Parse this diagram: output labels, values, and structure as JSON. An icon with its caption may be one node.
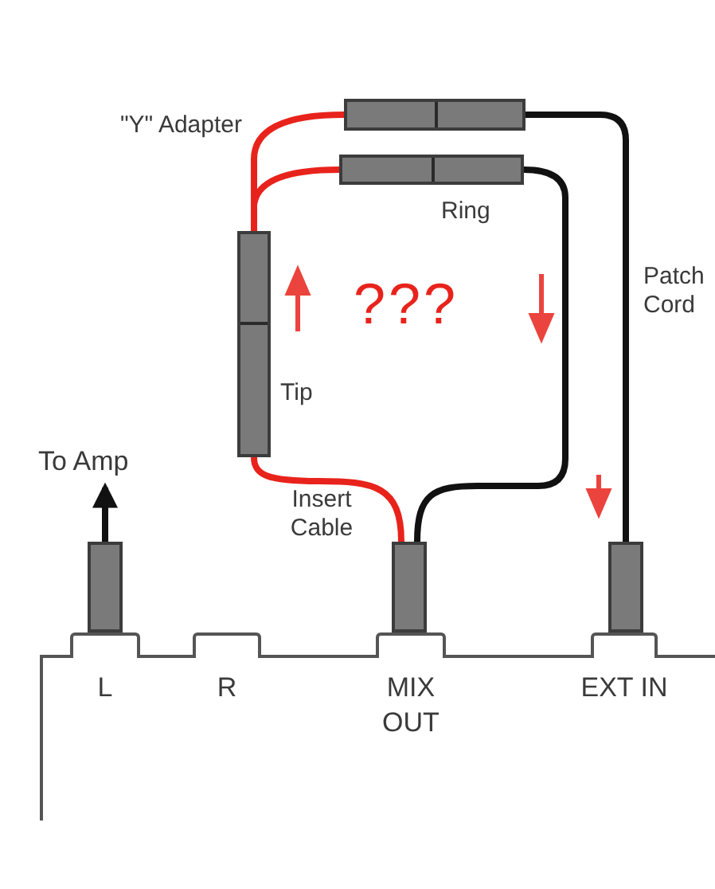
{
  "diagram": {
    "nodes": [
      {
        "text": [],
        "shape": "bar"
      },
      {
        "text": [],
        "shape": "bar",
        "beside": [
          "Ring"
        ]
      },
      {
        "text": [],
        "shape": "bar",
        "beside": [
          "Tip"
        ]
      },
      {
        "text": [
          "To Amp"
        ]
      },
      {
        "text": [],
        "shape": "bar"
      },
      {
        "text": [],
        "shape": "bar"
      },
      {
        "text": [],
        "shape": "bar"
      },
      {
        "text": [],
        "shape": "box"
      },
      {
        "text": [
          "L"
        ],
        "in": 7
      },
      {
        "text": [
          "R"
        ],
        "in": 7
      },
      {
        "text": [
          "MIX OUT"
        ],
        "in": 7
      },
      {
        "text": [
          "EXT IN"
        ],
        "in": 7
      }
    ],
    "edges": [
      {
        "from": 4,
        "to": 3,
        "arrow": "to"
      },
      {
        "from": 5,
        "to": 2,
        "arrow": "none",
        "color": "#e8231c"
      },
      {
        "from": 5,
        "to": 1,
        "arrow": "none"
      },
      {
        "from": 2,
        "to": 0,
        "arrow": "none",
        "color": "#e8231c"
      },
      {
        "from": 2,
        "to": 1,
        "arrow": "none",
        "color": "#e8231c"
      },
      {
        "from": 0,
        "to": 6,
        "arrow": "none"
      }
    ],
    "labels": [
      "\"Y\" Adapter",
      "Patch Cord",
      "???",
      "Insert Cable"
    ]
  }
}
